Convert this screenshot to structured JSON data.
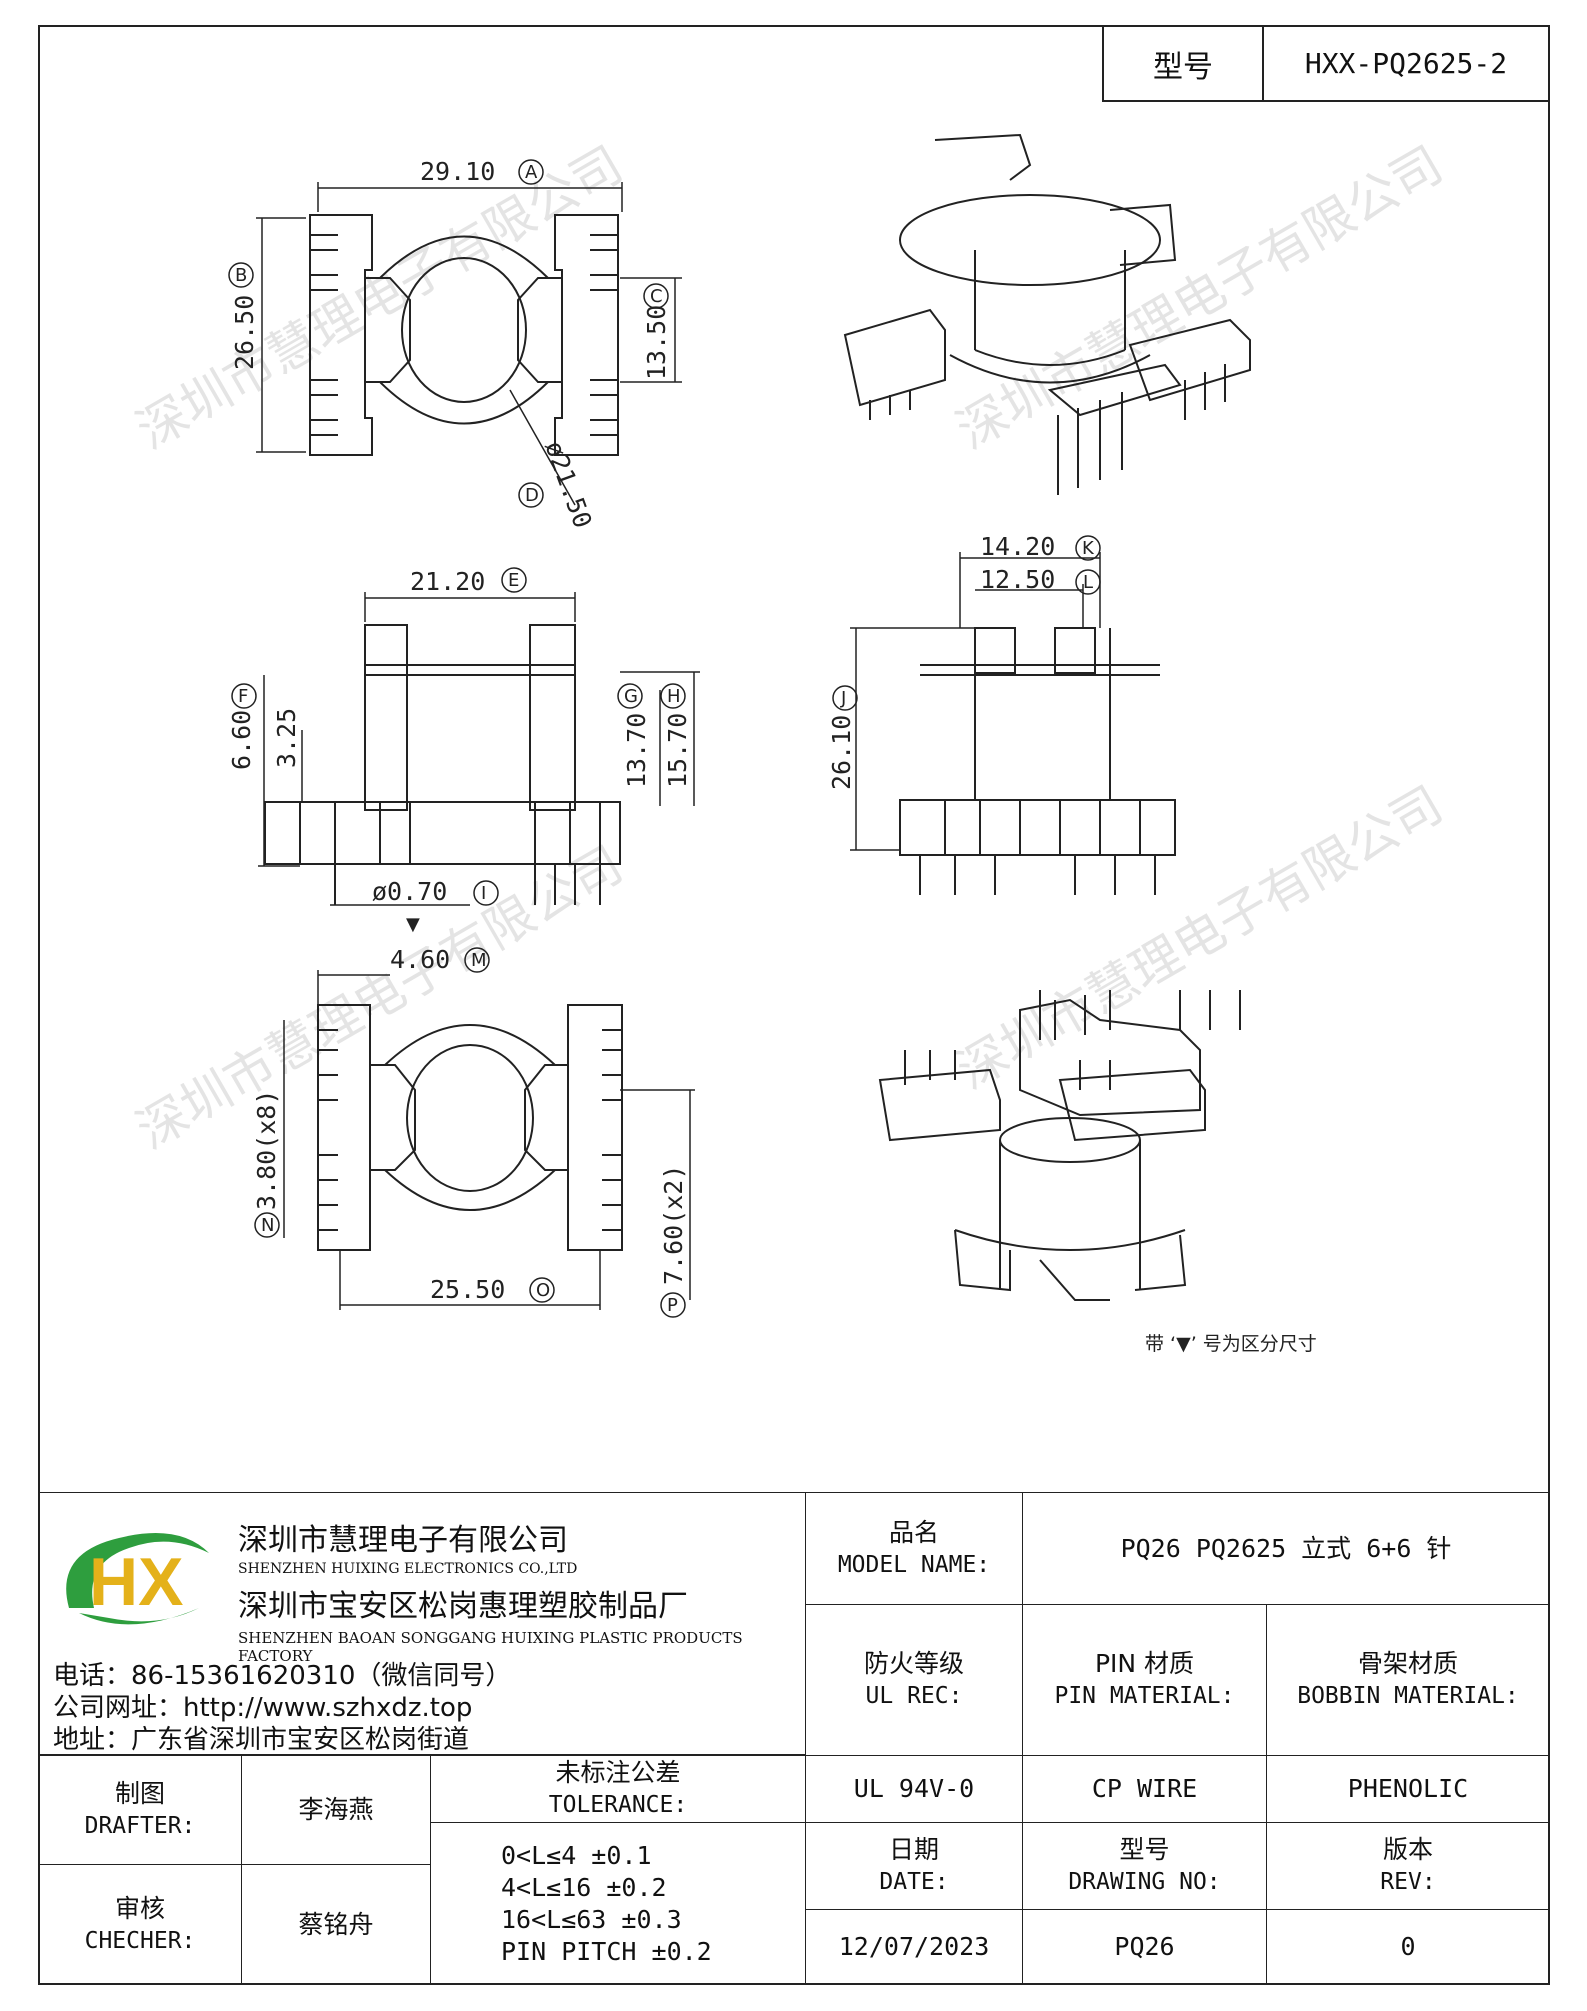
{
  "header": {
    "model_label": "型号",
    "model_value": "HXX-PQ2625-2"
  },
  "dimensions": {
    "A": "29.10",
    "B": "26.50",
    "C": "13.50",
    "D": "ø21.50",
    "E": "21.20",
    "F": "6.60",
    "F2": "3.25",
    "G": "13.70",
    "H": "15.70",
    "I": "ø0.70",
    "J": "26.10",
    "K": "14.20",
    "L": "12.50",
    "M": "4.60",
    "N": "3.80(x8)",
    "O": "25.50",
    "P": "7.60(x2)"
  },
  "dimension_tags": {
    "A": "A",
    "B": "B",
    "C": "C",
    "D": "D",
    "E": "E",
    "F": "F",
    "G": "G",
    "H": "H",
    "I": "I",
    "J": "J",
    "K": "K",
    "L": "L",
    "M": "M",
    "N": "N",
    "O": "O",
    "P": "P"
  },
  "marker_glyph": "▼",
  "note": "带 ‘▼’ 号为区分尺寸",
  "watermark": "深圳市慧理电子有限公司",
  "company": {
    "logo_text": "HX",
    "name_cn": "深圳市慧理电子有限公司",
    "name_en": "SHENZHEN HUIXING ELECTRONICS CO.,LTD",
    "factory_cn": "深圳市宝安区松岗惠理塑胶制品厂",
    "factory_en": "SHENZHEN BAOAN SONGGANG HUIXING PLASTIC PRODUCTS FACTORY",
    "phone": "电话：86-15361620310（微信同号）",
    "website": "公司网址：http://www.szhxdz.top",
    "address": "地址：广东省深圳市宝安区松岗街道"
  },
  "title_block": {
    "model_name_cn": "品名",
    "model_name_en": "MODEL NAME:",
    "model_name_value": "PQ26 PQ2625 立式 6+6 针",
    "ul_cn": "防火等级",
    "ul_en": "UL REC:",
    "ul_value": "UL 94V-0",
    "pin_cn": "PIN 材质",
    "pin_en": "PIN MATERIAL:",
    "pin_value": "CP WIRE",
    "bobbin_cn": "骨架材质",
    "bobbin_en": "BOBBIN MATERIAL:",
    "bobbin_value": "PHENOLIC",
    "drafter_cn": "制图",
    "drafter_en": "DRAFTER:",
    "drafter_value": "李海燕",
    "checker_cn": "审核",
    "checker_en": "CHECHER:",
    "checker_value": "蔡铭舟",
    "tolerance_cn": "未标注公差",
    "tolerance_en": "TOLERANCE:",
    "tolerances": [
      "0<L≤4  ±0.1",
      "4<L≤16  ±0.2",
      "16<L≤63  ±0.3",
      "PIN PITCH  ±0.2"
    ],
    "date_cn": "日期",
    "date_en": "DATE:",
    "date_value": "12/07/2023",
    "drawing_cn": "型号",
    "drawing_en": "DRAWING NO:",
    "drawing_value": "PQ26",
    "rev_cn": "版本",
    "rev_en": "REV:",
    "rev_value": "0"
  }
}
